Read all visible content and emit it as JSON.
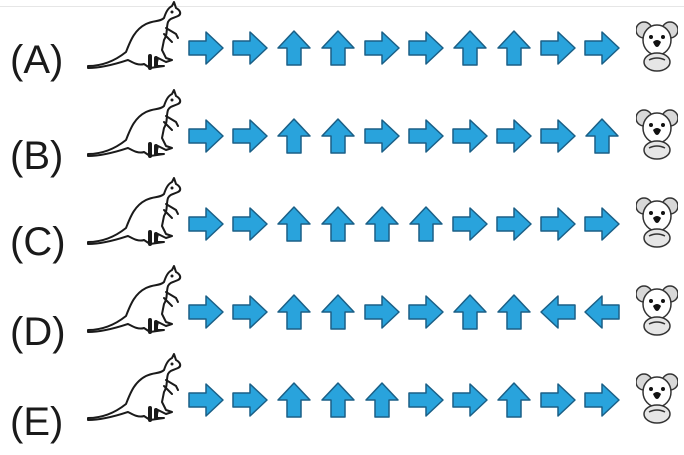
{
  "options": [
    {
      "label": "(A)",
      "moves": [
        "right",
        "right",
        "up",
        "up",
        "right",
        "right",
        "up",
        "up",
        "right",
        "right"
      ]
    },
    {
      "label": "(B)",
      "moves": [
        "right",
        "right",
        "up",
        "up",
        "right",
        "right",
        "right",
        "right",
        "right",
        "up"
      ]
    },
    {
      "label": "(C)",
      "moves": [
        "right",
        "right",
        "up",
        "up",
        "up",
        "up",
        "right",
        "right",
        "right",
        "right"
      ]
    },
    {
      "label": "(D)",
      "moves": [
        "right",
        "right",
        "up",
        "up",
        "right",
        "right",
        "up",
        "up",
        "left",
        "left"
      ]
    },
    {
      "label": "(E)",
      "moves": [
        "right",
        "right",
        "up",
        "up",
        "up",
        "right",
        "right",
        "up",
        "right",
        "right"
      ]
    }
  ],
  "colors": {
    "arrow_fill": "#29a3dc",
    "arrow_stroke": "#1a5f86",
    "label": "#1a1a1a"
  },
  "icons": {
    "start": "kangaroo-icon",
    "goal": "koala-icon"
  }
}
